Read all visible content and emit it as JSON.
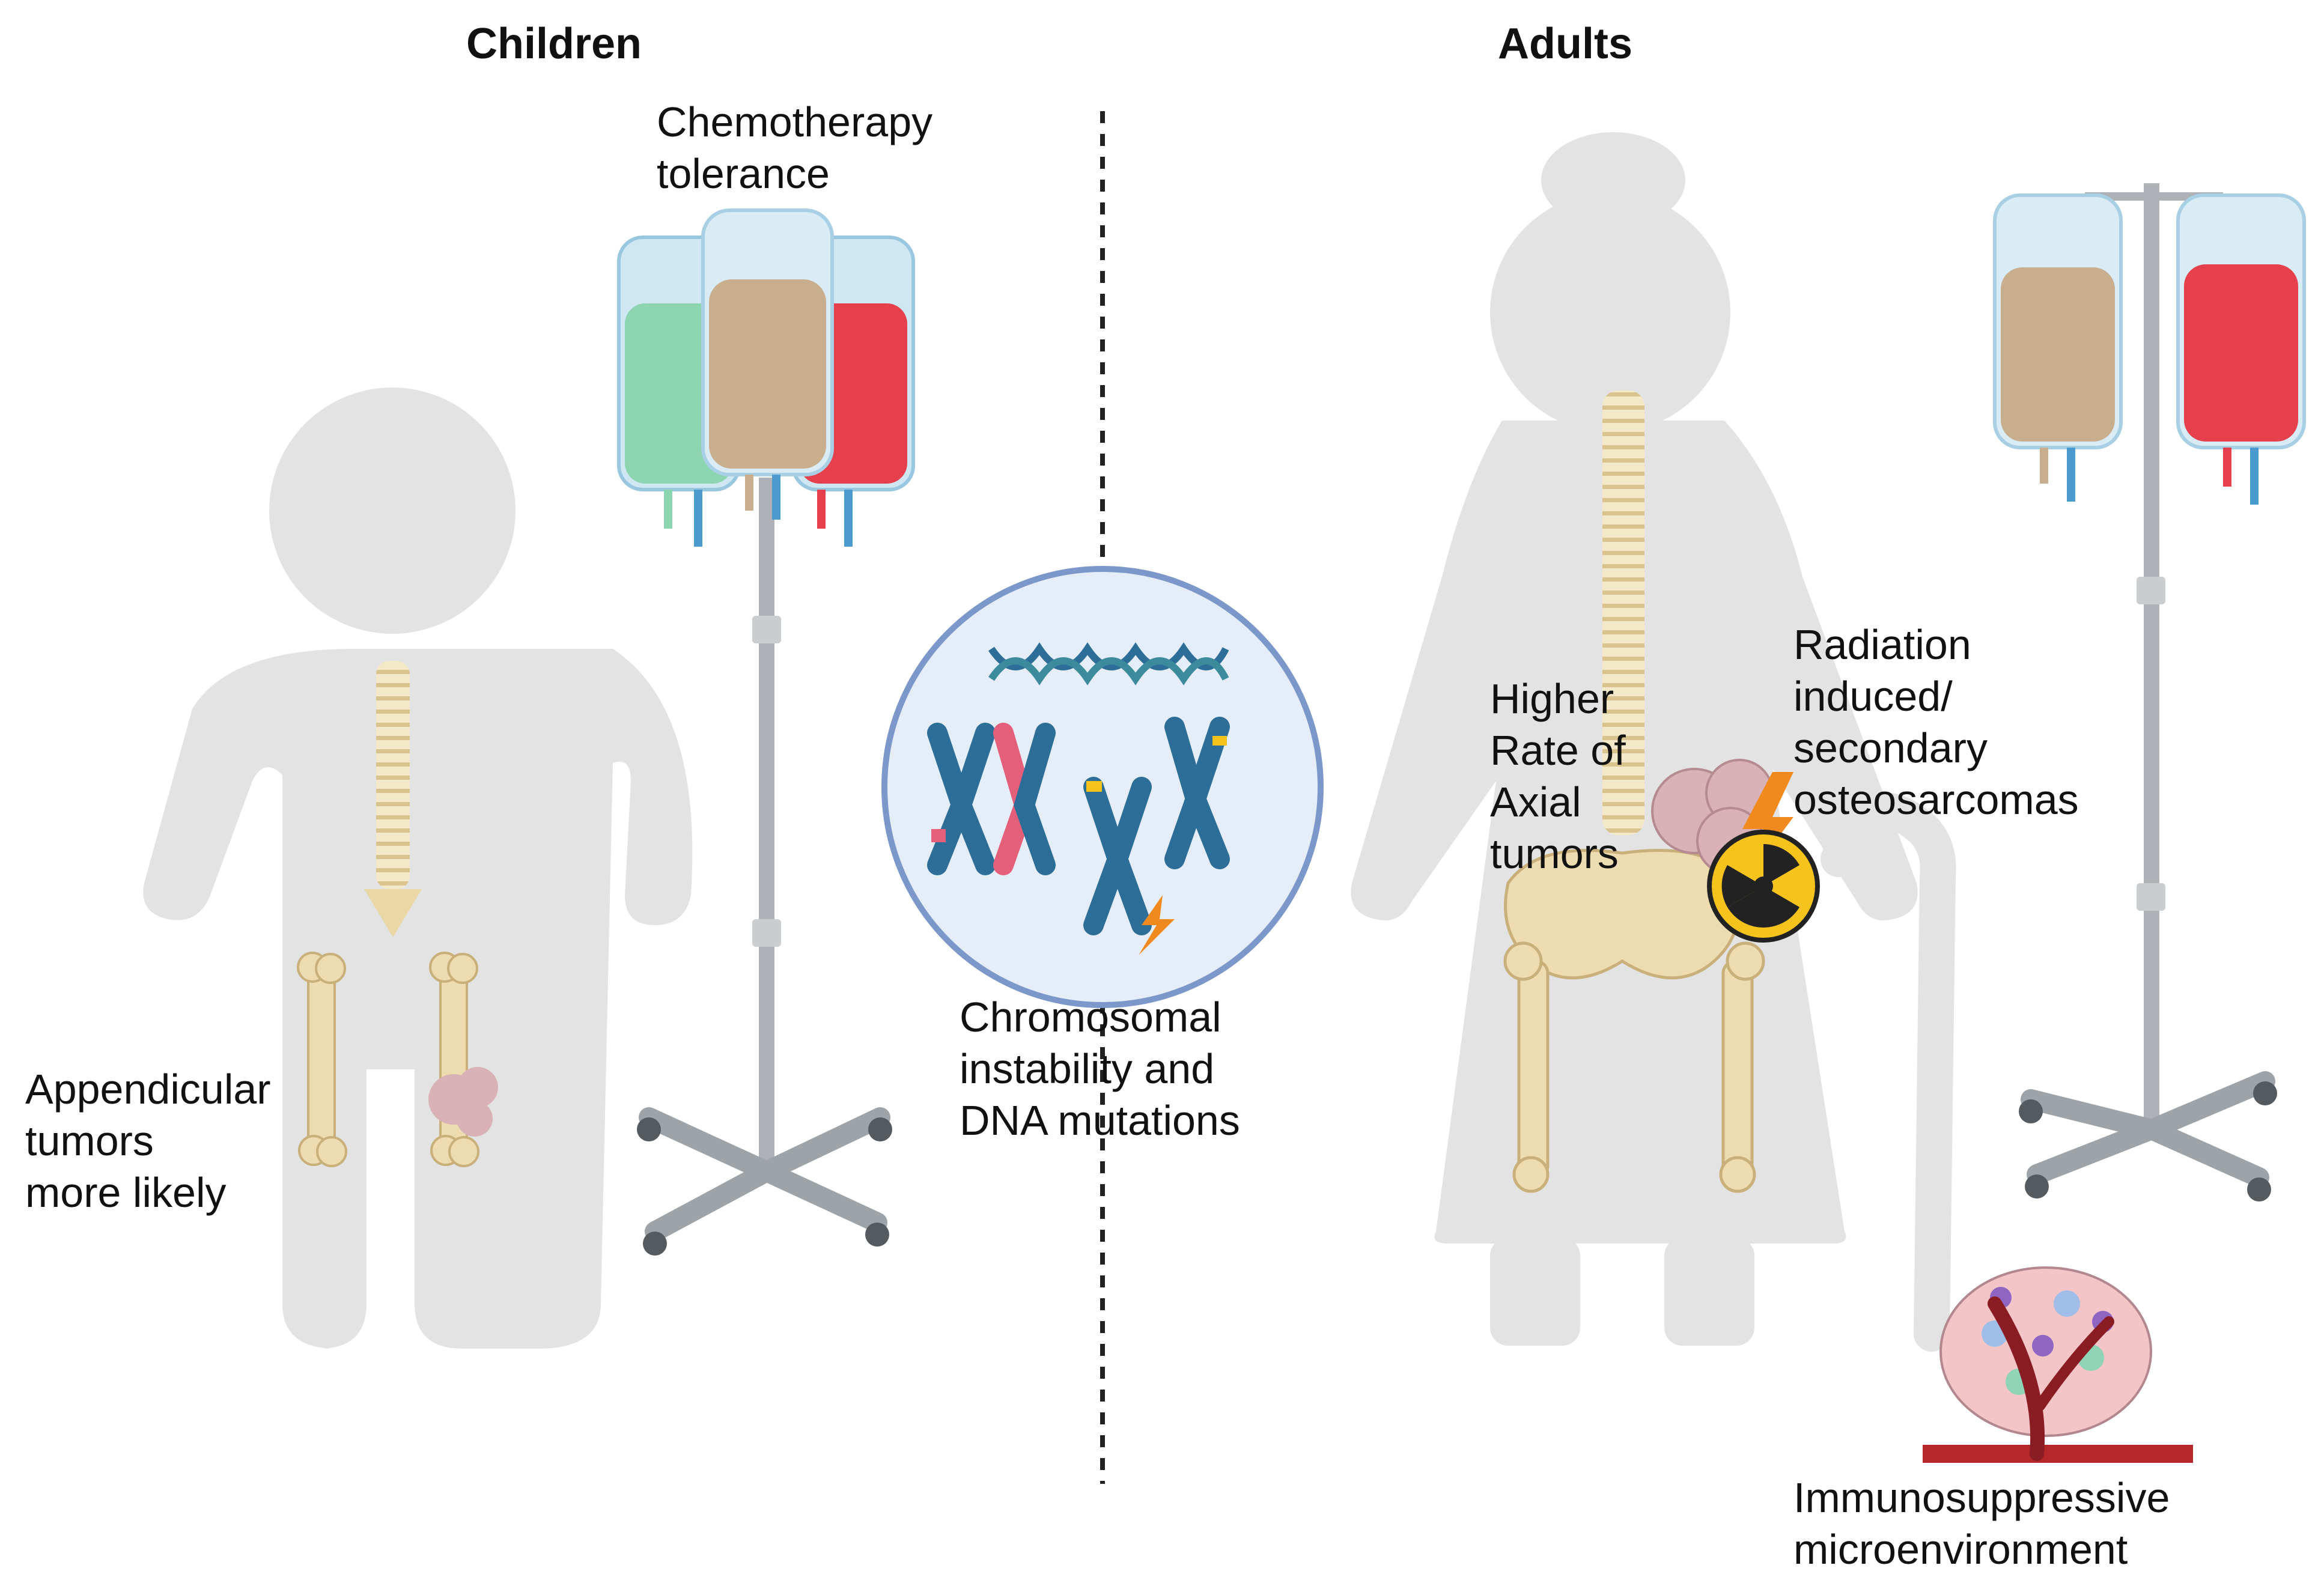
{
  "headings": {
    "children": "Children",
    "adults": "Adults"
  },
  "labels": {
    "chemotherapy": [
      "Chemotherapy",
      "tolerance"
    ],
    "appendicular": [
      "Appendicular",
      "tumors",
      "more likely"
    ],
    "chromosomal": [
      "Chromosomal",
      "instability and",
      "DNA mutations"
    ],
    "axial": [
      "Higher",
      "Rate of",
      "Axial",
      "tumors"
    ],
    "radiation": [
      "Radiation",
      "induced/",
      "secondary",
      "osteosarcomas"
    ],
    "immuno": [
      "Immunosuppressive",
      "microenvironment"
    ]
  },
  "colors": {
    "silhouette": "#e3e3e3",
    "bone": "#eddcb0",
    "bag_green": "#8dd5b0",
    "bag_tan": "#c9ae8d",
    "bag_red": "#e5404b",
    "chromosome_blue": "#2d6e99",
    "chromosome_pink": "#e4607a",
    "circle_fill": "#e5eef8",
    "circle_stroke": "#7c97c9",
    "radiation_yellow": "#f6c21c",
    "lightning_orange": "#f08a1f",
    "tumor_pink": "#d8b2b6",
    "vessel_red": "#b5272b"
  },
  "icons": [
    "child-silhouette-icon",
    "adult-silhouette-icon",
    "spine-icon",
    "femur-icon",
    "pelvis-icon",
    "tumor-icon",
    "iv-bag-icon",
    "iv-pole-icon",
    "dna-icon",
    "chromosome-icon",
    "lightning-icon",
    "radiation-icon",
    "microenvironment-icon",
    "cane-icon"
  ]
}
